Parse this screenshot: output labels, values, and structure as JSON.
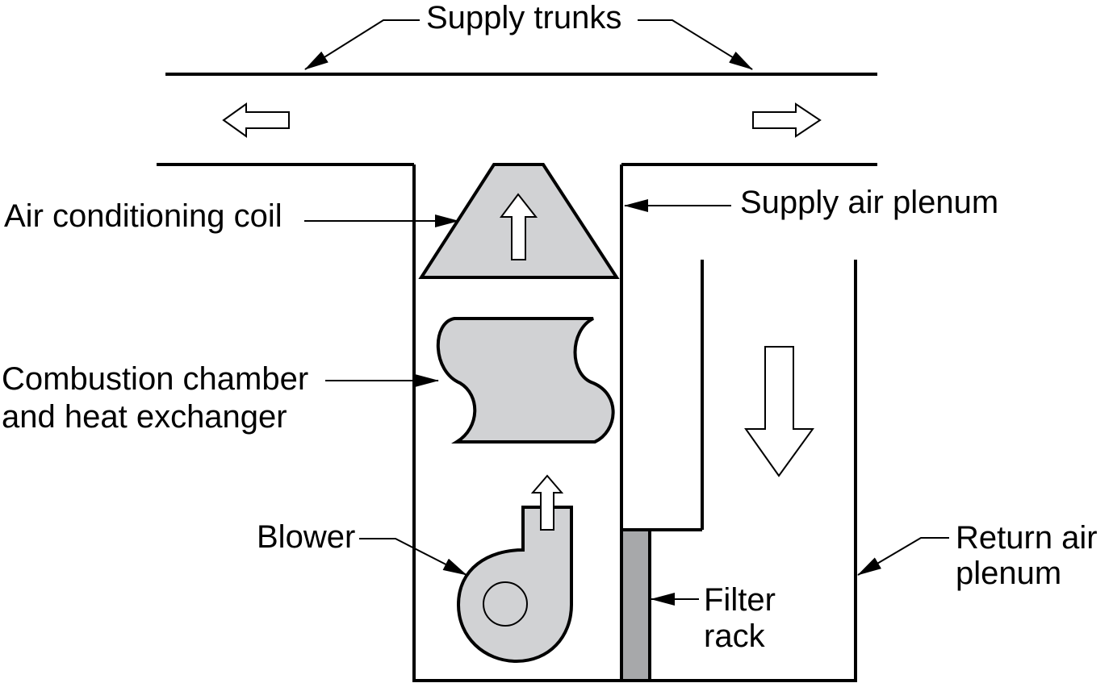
{
  "diagram": {
    "title": "Forced-air furnace schematic",
    "colors": {
      "component_fill": "#d1d2d4",
      "filter_fill": "#a7a8aa",
      "line": "#000000",
      "background": "#ffffff"
    },
    "labels": {
      "supply_trunks": "Supply trunks",
      "supply_air_plenum": "Supply air plenum",
      "air_conditioning_coil": "Air conditioning coil",
      "combustion_line1": "Combustion chamber",
      "combustion_line2": "and heat exchanger",
      "blower": "Blower",
      "filter_line1": "Filter",
      "filter_line2": "rack",
      "return_line1": "Return air",
      "return_line2": "plenum"
    },
    "flow_arrows": [
      "left-supply",
      "right-supply",
      "up-through-coil",
      "up-from-blower",
      "down-return"
    ]
  }
}
